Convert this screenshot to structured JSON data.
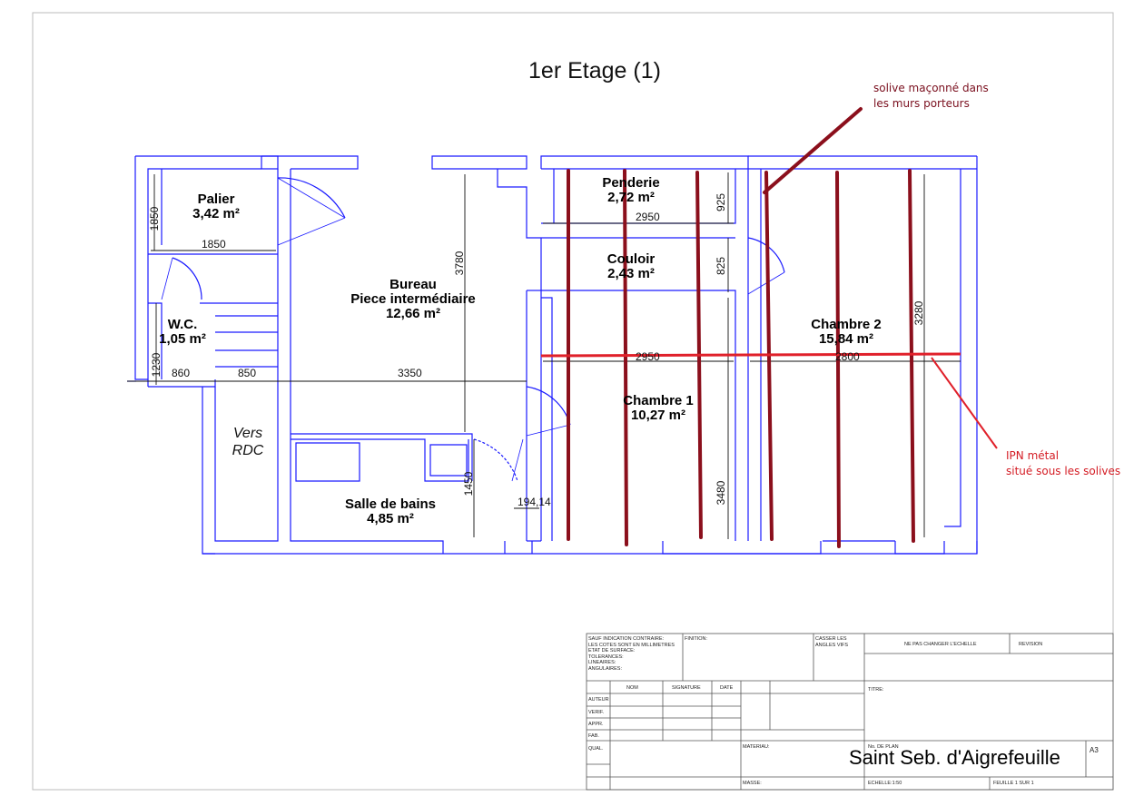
{
  "drawing": {
    "title": "1er Etage (1)",
    "rooms": {
      "palier": {
        "name": "Palier",
        "area": "3,42 m²"
      },
      "wc": {
        "name": "W.C.",
        "area": "1,05 m²"
      },
      "bureau": {
        "name": "Bureau",
        "name2": "Piece intermédiaire",
        "area": "12,66 m²"
      },
      "salle": {
        "name": "Salle de bains",
        "area": "4,85 m²"
      },
      "penderie": {
        "name": "Penderie",
        "area": "2,72 m²"
      },
      "couloir": {
        "name": "Couloir",
        "area": "2,43 m²"
      },
      "chambre1": {
        "name": "Chambre 1",
        "area": "10,27 m²"
      },
      "chambre2": {
        "name": "Chambre 2",
        "area": "15,84 m²"
      }
    },
    "stairs_label": {
      "line1": "Vers",
      "line2": "RDC"
    },
    "dimensions": {
      "d1850v": "1850",
      "d1850h": "1850",
      "d1230": "1230",
      "d860": "860",
      "d850": "850",
      "d3350": "3350",
      "d3780": "3780",
      "d1450": "1450",
      "d194": "194,14",
      "d2950a": "2950",
      "d925": "925",
      "d825": "825",
      "d2950b": "2950",
      "d3480": "3480",
      "d3280": "3280",
      "d2800": "2800"
    },
    "annotations": {
      "solive": {
        "line1": "solive maçonné dans",
        "line2": "les murs porteurs"
      },
      "ipn": {
        "line1": "IPN métal",
        "line2": "situé sous les solives"
      }
    },
    "colors": {
      "wall": "#1a1aff",
      "solive": "#8b0f1c",
      "ipn": "#e0202a",
      "dim": "#111111"
    }
  },
  "title_block": {
    "general_notes": "SAUF INDICATION CONTRAIRE:\nLES COTES SONT EN MILLIMETRES\nETAT DE SURFACE:\nTOLERANCES:\n   LINEAIRES:\n   ANGULAIRES:",
    "finition": "FINITION:",
    "casser": "CASSER LES\nANGLES VIFS",
    "ne_pas_changer": "NE PAS CHANGER L'ECHELLE",
    "revision": "REVISION",
    "nom": "NOM",
    "signature": "SIGNATURE",
    "date": "DATE",
    "titre": "TITRE:",
    "auteur": "AUTEUR",
    "verif": "VERIF.",
    "appr": "APPR.",
    "fab": "FAB.",
    "qual": "QUAL.",
    "materiau": "MATERIAU:",
    "no_plan": "No. DE PLAN",
    "masse": "MASSE:",
    "echelle": "ECHELLE:1:50",
    "feuille": "FEUILLE 1 SUR 1",
    "sheet_size": "A3",
    "site_name": "Saint Seb. d'Aigrefeuille"
  }
}
